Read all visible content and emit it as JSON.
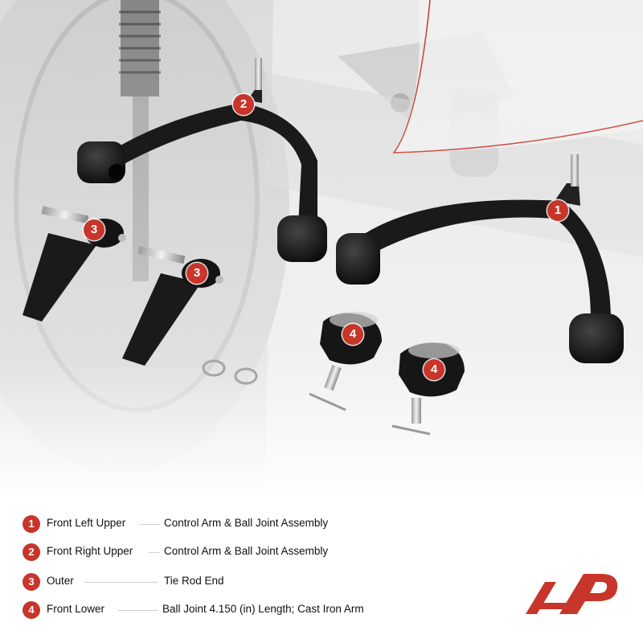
{
  "parts": [
    {
      "num": "1",
      "name": "Front Left Upper",
      "desc": "Control Arm & Ball Joint Assembly"
    },
    {
      "num": "2",
      "name": "Front Right Upper",
      "desc": "Control Arm & Ball Joint Assembly"
    },
    {
      "num": "3",
      "name": "Outer",
      "desc": "Tie Rod End"
    },
    {
      "num": "4",
      "name": "Front Lower",
      "desc": "Ball Joint 4.150 (in) Length; Cast Iron Arm"
    }
  ],
  "badges": [
    "2",
    "1",
    "3",
    "3",
    "4",
    "4"
  ],
  "colors": {
    "accent": "#c8352a",
    "part_black": "#1a1a1a",
    "background_gray": "#e6e6e6"
  },
  "logo": {
    "name": "brand-logo-icon"
  }
}
